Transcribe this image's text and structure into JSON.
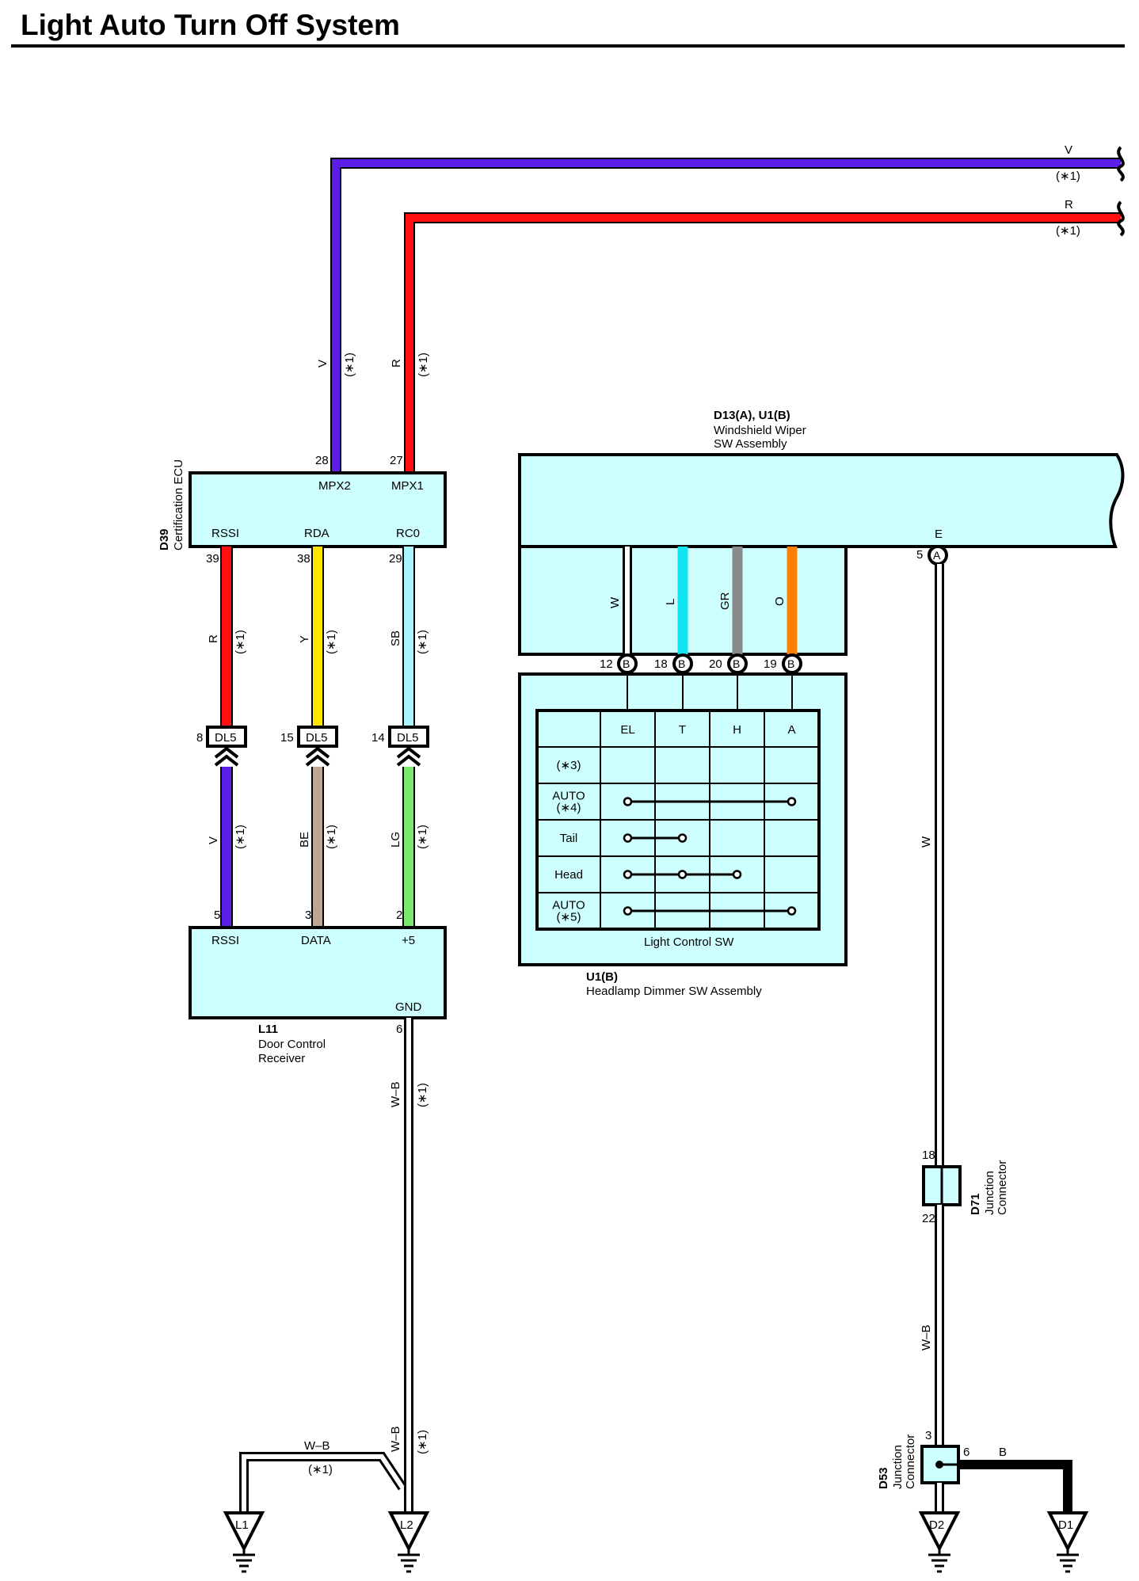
{
  "title": "Light Auto Turn Off System",
  "colors": {
    "V": "#5a1ee6",
    "R": "#ff1010",
    "Y": "#ffe600",
    "SB": "#a8f4ff",
    "BE": "#bda793",
    "LG": "#7aea6c",
    "L": "#10e4f0",
    "GR": "#8a8a8a",
    "O": "#ff8000",
    "W": "#ffffff",
    "W-B": "#ffffff",
    "B": "#000000",
    "box_fill": "#ccfffe"
  },
  "top_wires": [
    {
      "color_code": "V",
      "note": "(∗1)"
    },
    {
      "color_code": "R",
      "note": "(∗1)"
    }
  ],
  "d39": {
    "code": "D39",
    "name": "Certification ECU",
    "pins": [
      {
        "num": "28",
        "name": "MPX2"
      },
      {
        "num": "27",
        "name": "MPX1"
      },
      {
        "num": "39",
        "name": "RSSI"
      },
      {
        "num": "38",
        "name": "RDA"
      },
      {
        "num": "29",
        "name": "RC0"
      }
    ]
  },
  "upper_wires": [
    {
      "color_code": "V",
      "note": "(∗1)"
    },
    {
      "color_code": "R",
      "note": "(∗1)"
    },
    {
      "color_code": "R",
      "note": "(∗1)"
    },
    {
      "color_code": "Y",
      "note": "(∗1)"
    },
    {
      "color_code": "SB",
      "note": "(∗1)"
    }
  ],
  "dl5": [
    {
      "pin": "8",
      "label": "DL5"
    },
    {
      "pin": "15",
      "label": "DL5"
    },
    {
      "pin": "14",
      "label": "DL5"
    }
  ],
  "lower_wires": [
    {
      "color_code": "V",
      "note": "(∗1)"
    },
    {
      "color_code": "BE",
      "note": "(∗1)"
    },
    {
      "color_code": "LG",
      "note": "(∗1)"
    }
  ],
  "l11": {
    "code": "L11",
    "name_line1": "Door Control",
    "name_line2": "Receiver",
    "pins": [
      {
        "num": "5",
        "name": "RSSI"
      },
      {
        "num": "3",
        "name": "DATA"
      },
      {
        "num": "2",
        "name": "+5"
      },
      {
        "num": "6",
        "name": "GND"
      }
    ]
  },
  "gnd_wires": [
    {
      "color_code": "W–B",
      "note": "(∗1)"
    },
    {
      "color_code": "W–B",
      "note": "(∗1)"
    },
    {
      "color_code": "W–B",
      "note": "(∗1)"
    }
  ],
  "grounds": [
    "L1",
    "L2",
    "D2",
    "D1"
  ],
  "wiper": {
    "code": "D13(A), U1(B)",
    "name_line1": "Windshield Wiper",
    "name_line2": "SW Assembly",
    "pin_e": "E",
    "pin_e_num": "5",
    "pin_e_conn": "A"
  },
  "inner_wires": [
    "W",
    "L",
    "GR",
    "O"
  ],
  "dimmer_pins": [
    {
      "num": "12",
      "conn": "B"
    },
    {
      "num": "18",
      "conn": "B"
    },
    {
      "num": "20",
      "conn": "B"
    },
    {
      "num": "19",
      "conn": "B"
    }
  ],
  "switch_table": {
    "columns": [
      "EL",
      "T",
      "H",
      "A"
    ],
    "rows": [
      "(∗3)",
      "AUTO (∗4)",
      "Tail",
      "Head",
      "AUTO (∗5)"
    ],
    "row_display": [
      [
        "(∗3)"
      ],
      [
        "AUTO",
        "(∗4)"
      ],
      [
        "Tail"
      ],
      [
        "Head"
      ],
      [
        "AUTO",
        "(∗5)"
      ]
    ],
    "caption": "Light Control SW"
  },
  "u1": {
    "code": "U1(B)",
    "name": "Headlamp Dimmer SW Assembly"
  },
  "right_wires": {
    "w": "W",
    "wb": "W–B",
    "b": "B"
  },
  "d71": {
    "code": "D71",
    "name_line1": "Junction",
    "name_line2": "Connector",
    "pin_top": "18",
    "pin_bottom": "22"
  },
  "d53": {
    "code": "D53",
    "name_line1": "Junction",
    "name_line2": "Connector",
    "pin_top": "3",
    "pin_right": "6"
  }
}
